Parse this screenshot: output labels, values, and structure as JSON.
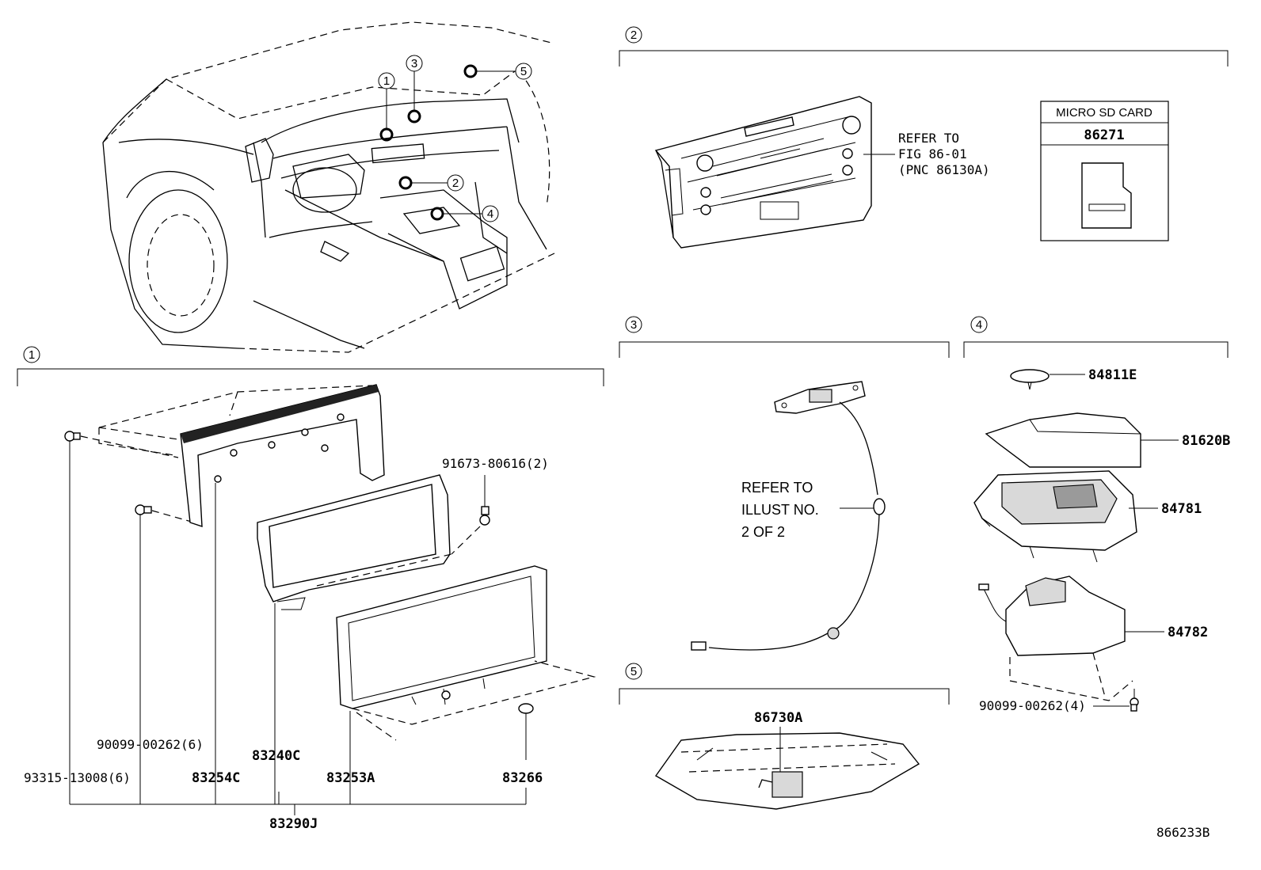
{
  "callouts": {
    "c1": "1",
    "c2": "2",
    "c3": "3",
    "c4": "4",
    "c5": "5"
  },
  "section2": {
    "refer_line1": "REFER TO",
    "refer_line2": "FIG 86-01",
    "refer_line3": "(PNC 86130A)",
    "sd_box_title": "MICRO SD CARD",
    "sd_box_part": "86271"
  },
  "section3": {
    "refer_line1": "REFER TO",
    "refer_line2": "ILLUST NO.",
    "refer_line3": "2 OF 2"
  },
  "section1": {
    "part_91673": "91673-80616(2)",
    "part_90099": "90099-00262(6)",
    "part_93315": "93315-13008(6)",
    "part_83254C": "83254C",
    "part_83240C": "83240C",
    "part_83253A": "83253A",
    "part_83266": "83266",
    "part_83290J": "83290J"
  },
  "section4": {
    "part_84811E": "84811E",
    "part_81620B": "81620B",
    "part_84781": "84781",
    "part_84782": "84782",
    "part_90099": "90099-00262(4)"
  },
  "section5": {
    "part_86730A": "86730A"
  },
  "figure_id": "866233B"
}
